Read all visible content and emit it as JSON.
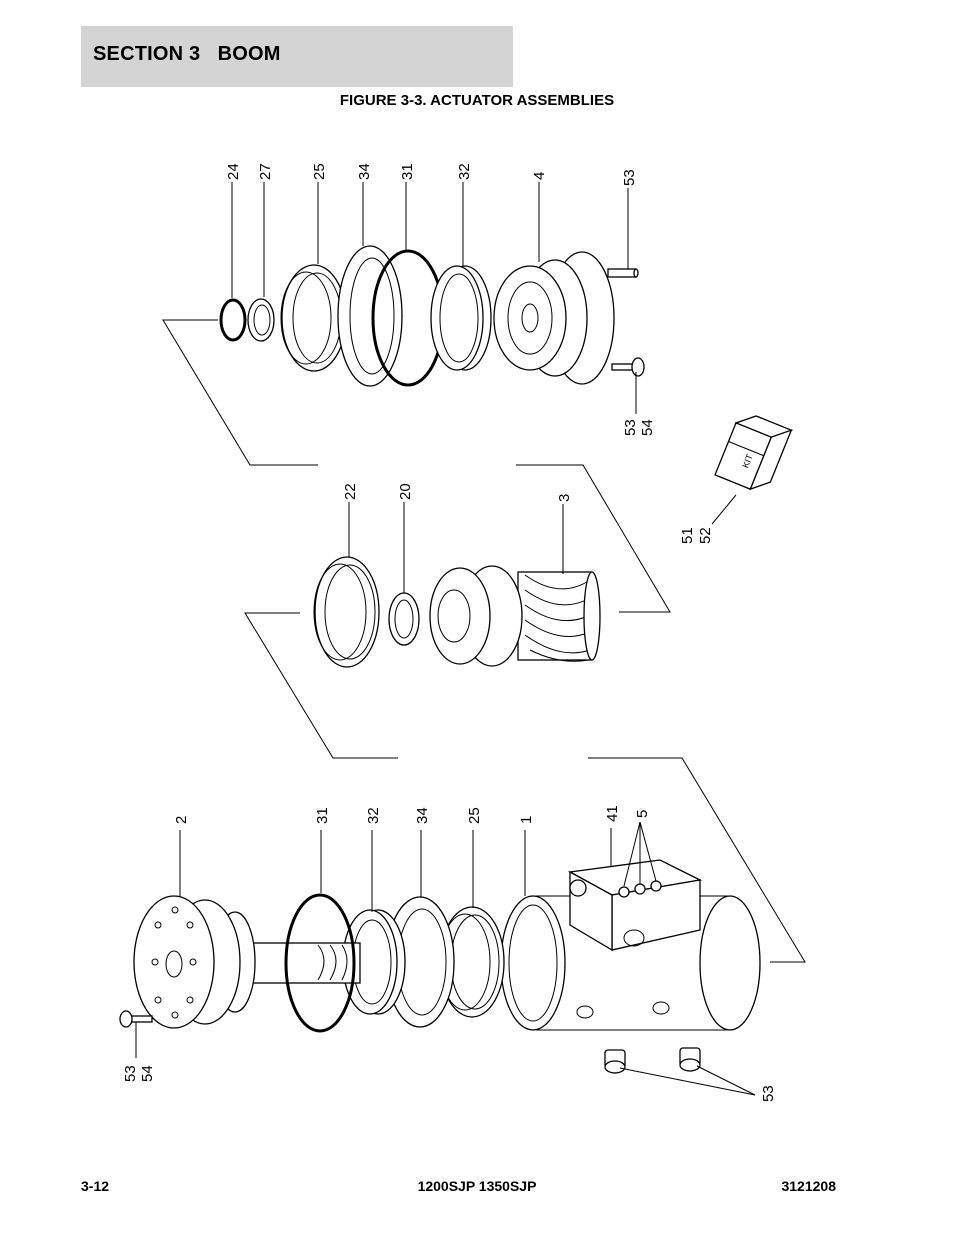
{
  "header": {
    "section_title": "SECTION 3   BOOM"
  },
  "figure": {
    "title": "FIGURE 3-3. ACTUATOR ASSEMBLIES"
  },
  "footer": {
    "page_number": "3-12",
    "models": "1200SJP 1350SJP",
    "doc_number": "3121208"
  },
  "callouts": {
    "top_group": [
      "24",
      "27",
      "25",
      "34",
      "31",
      "32",
      "4",
      "53"
    ],
    "top_group_bottom": [
      "53",
      "54"
    ],
    "kit": [
      "51",
      "52"
    ],
    "kit_box_label": "KIT",
    "middle_group": [
      "22",
      "20",
      "3"
    ],
    "bottom_group": [
      "2",
      "31",
      "32",
      "34",
      "25",
      "1",
      "41",
      "5"
    ],
    "bottom_left": [
      "53",
      "54"
    ],
    "bottom_right": "53"
  }
}
